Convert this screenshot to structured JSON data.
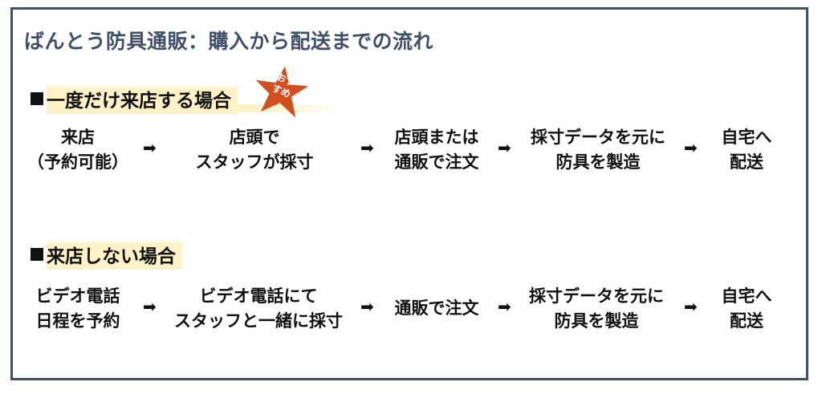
{
  "title": "ばんとう防具通販：購入から配送までの流れ",
  "badge": {
    "line1": "おす",
    "line2": "すめ",
    "color": "#d2501f"
  },
  "colors": {
    "frame": "#3f5068",
    "highlight": "#fdf1c7"
  },
  "arrow_glyph": "➡",
  "sections": [
    {
      "heading": "一度だけ来店する場合",
      "steps": [
        {
          "line1": "来店",
          "line2": "（予約可能）"
        },
        {
          "line1": "店頭で",
          "line2": "スタッフが採寸"
        },
        {
          "line1": "店頭または",
          "line2": "通販で注文"
        },
        {
          "line1": "採寸データを元に",
          "line2": "防具を製造"
        },
        {
          "line1": "自宅へ",
          "line2": "配送"
        }
      ]
    },
    {
      "heading": "来店しない場合",
      "steps": [
        {
          "line1": "ビデオ電話",
          "line2": "日程を予約"
        },
        {
          "line1": "ビデオ電話にて",
          "line2": "スタッフと一緒に採寸"
        },
        {
          "line1": "通販で注文",
          "line2": ""
        },
        {
          "line1": "採寸データを元に",
          "line2": "防具を製造"
        },
        {
          "line1": "自宅へ",
          "line2": "配送"
        }
      ]
    }
  ]
}
